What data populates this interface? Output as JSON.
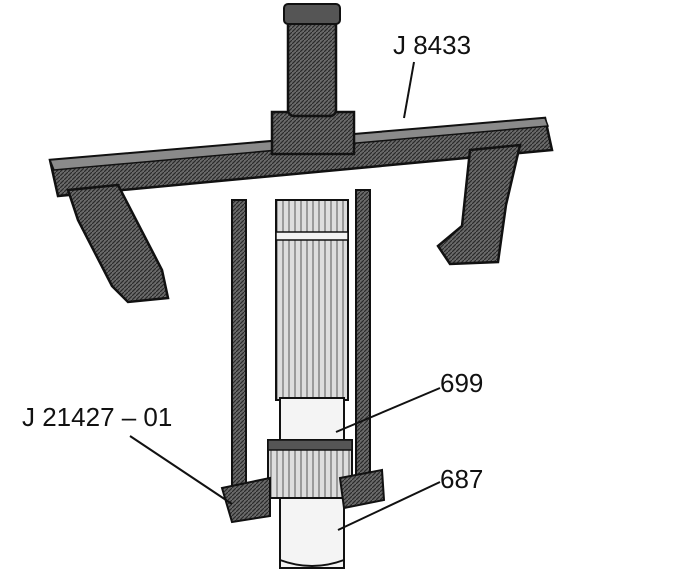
{
  "callouts": {
    "puller": "J 8433",
    "part_699": "699",
    "adapter": "J 21427 – 01",
    "part_687": "687"
  },
  "colors": {
    "ink": "#111111",
    "shade": "#5a5a5a",
    "light": "#e6e6e6",
    "background": "#ffffff"
  }
}
